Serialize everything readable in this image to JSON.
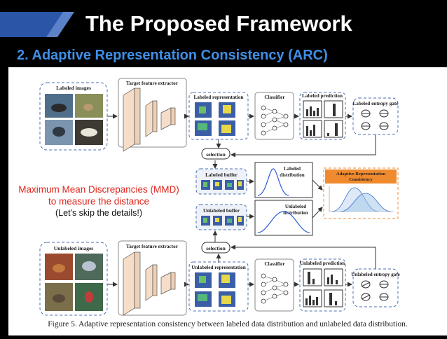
{
  "slide": {
    "title": "The Proposed Framework",
    "subtitle": "2. Adaptive Representation Consistency (ARC)",
    "annotation": {
      "line1": "Maximum Mean Discrepancies (MMD)",
      "line2": "to measure the distance",
      "line3": "(Let's skip the details!)"
    }
  },
  "figure": {
    "labeled_images": "Labeled images",
    "unlabeled_images": "Unlabeled images",
    "target_feature_extractor": "Target feature extractor",
    "labeled_representation": "Labeled representation",
    "unlabeled_representation": "Unlabeled representation",
    "classifier": "Classifier",
    "labeled_prediction": "Labeled prediction",
    "unlabeled_prediction": "Unlabeled prediction",
    "labeled_entropy_gate": "Labeled entropy gate",
    "unlabeled_entropy_gate": "Unlabeled entropy gate",
    "selection": "selection",
    "labeled_buffer": "Labeled buffer",
    "unlabeled_buffer": "Unlabeled buffer",
    "labeled_distribution": [
      "Labeled",
      "distribution"
    ],
    "unlabeled_distribution": [
      "Unlabeled",
      "distribution"
    ],
    "arc_box": [
      "Adaptive Representation",
      "Consistency"
    ],
    "caption": "Figure 5. Adaptive representation consistency between labeled data distribution and unlabeled data distribution."
  },
  "colors": {
    "accent_blue": "#2b55a6",
    "subtitle_blue": "#3f8fe6",
    "annotation_red": "#e0241b",
    "arc_orange": "#f08a2e"
  }
}
